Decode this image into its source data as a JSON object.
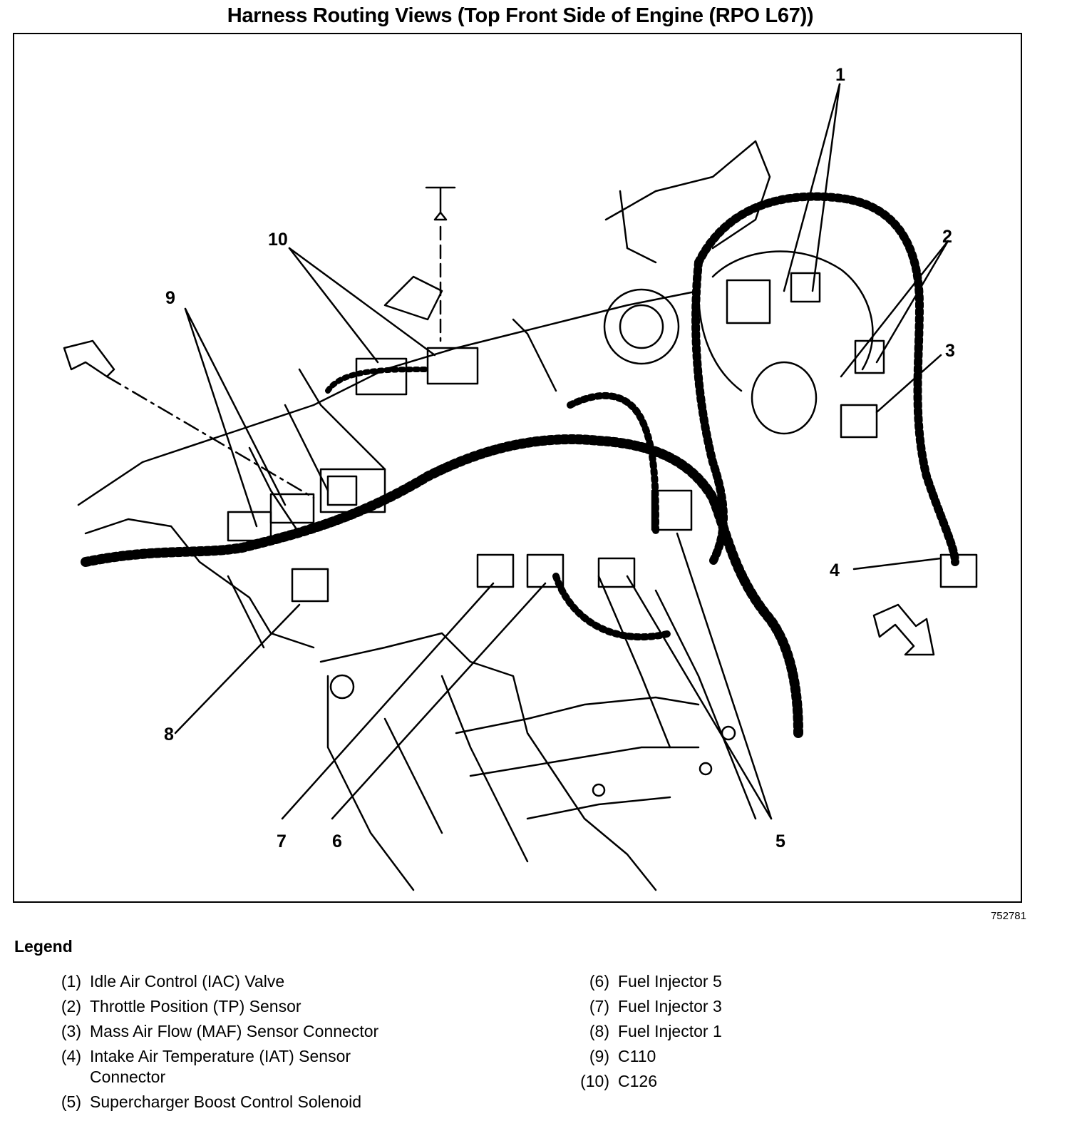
{
  "title": "Harness Routing Views (Top Front Side of Engine (RPO L67))",
  "figure_id": "752781",
  "callouts": [
    "1",
    "2",
    "3",
    "4",
    "5",
    "6",
    "7",
    "8",
    "9",
    "10"
  ],
  "legend": {
    "heading": "Legend",
    "items": [
      {
        "num": "(1)",
        "text": "Idle Air Control (IAC) Valve"
      },
      {
        "num": "(2)",
        "text": "Throttle Position (TP) Sensor"
      },
      {
        "num": "(3)",
        "text": "Mass Air Flow (MAF) Sensor Connector"
      },
      {
        "num": "(4)",
        "text": "Intake Air Temperature (IAT) Sensor Connector"
      },
      {
        "num": "(5)",
        "text": "Supercharger Boost Control Solenoid"
      },
      {
        "num": "(6)",
        "text": "Fuel Injector 5"
      },
      {
        "num": "(7)",
        "text": "Fuel Injector 3"
      },
      {
        "num": "(8)",
        "text": "Fuel Injector 1"
      },
      {
        "num": "(9)",
        "text": "C110"
      },
      {
        "num": "(10)",
        "text": "C126"
      }
    ]
  }
}
